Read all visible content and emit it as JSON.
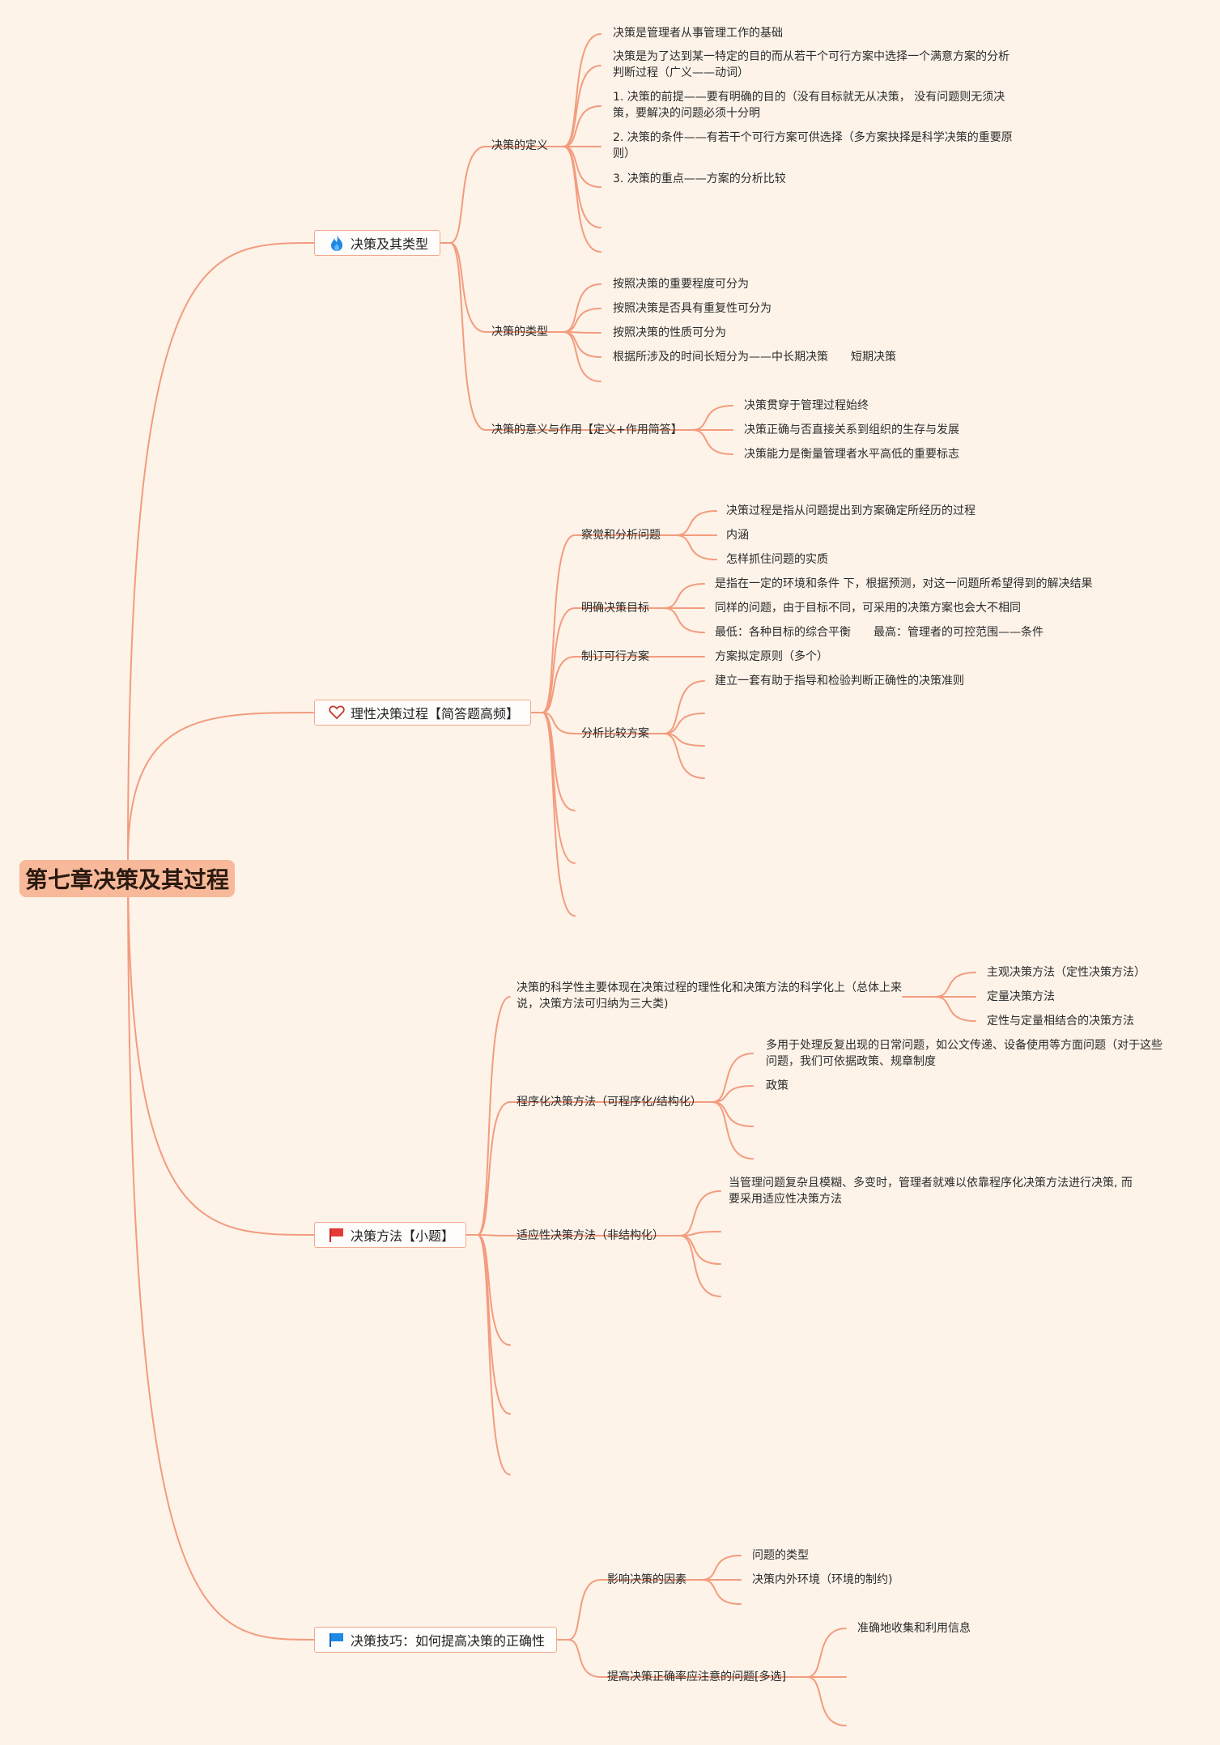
{
  "root": "第七章决策及其过程",
  "colors": {
    "background": "#fdf3e9",
    "root": "#f8b99a",
    "line": "#f39c7e",
    "border": "#f3a88a"
  },
  "branches": [
    {
      "icon": "flame-icon",
      "label": "决策及其类型",
      "children": [
        {
          "label": "决策的定义",
          "items": [
            "决策是管理者从事管理工作的基础",
            "决策是为了达到某一特定的目的而从若干个可行方案中选择一个满意方案的分析判断过程（广义——动词）",
            "1. 决策的前提——要有明确的目的（没有目标就无从决策， 没有问题则无须决策，要解决的问题必须十分明",
            "2. 决策的条件——有若干个可行方案可供选择（多方案抉择是科学决策的重要原则）",
            "3. 决策的重点——方案的分析比较"
          ]
        },
        {
          "label": "决策的类型",
          "items": [
            "按照决策的重要程度可分为",
            "按照决策是否具有重复性可分为",
            "按照决策的性质可分为",
            "根据所涉及的时间长短分为——中长期决策　　短期决策"
          ]
        },
        {
          "label": "决策的意义与作用【定义+作用简答】",
          "items": [
            "决策贯穿于管理过程始终",
            "决策正确与否直接关系到组织的生存与发展",
            "决策能力是衡量管理者水平高低的重要标志"
          ]
        }
      ]
    },
    {
      "icon": "heart-outline-icon",
      "label": "理性决策过程【简答题高频】",
      "children": [
        {
          "label": "察觉和分析问题",
          "items": [
            "决策过程是指从问题提出到方案确定所经历的过程",
            "内涵",
            "怎样抓住问题的实质"
          ]
        },
        {
          "label": "明确决策目标",
          "items": [
            "是指在一定的环境和条件 下，根据预测，对这一问题所希望得到的解决结果",
            "同样的问题，由于目标不同，可采用的决策方案也会大不相同",
            "最低：各种目标的综合平衡　　最高：管理者的可控范围——条件"
          ]
        },
        {
          "label": "制订可行方案",
          "items": [
            "方案拟定原则（多个）"
          ]
        },
        {
          "label": "分析比较方案",
          "items": [
            "建立一套有助于指导和检验判断正确性的决策准则"
          ]
        }
      ]
    },
    {
      "icon": "red-flag-icon",
      "label": "决策方法【小题】",
      "children": [
        {
          "label": "决策的科学性主要体现在决策过程的理性化和决策方法的科学化上（总体上来说，决策方法可归纳为三大类)",
          "items": [
            "主观决策方法（定性决策方法）",
            "定量决策方法",
            "定性与定量相结合的决策方法"
          ]
        },
        {
          "label": "程序化决策方法（可程序化/结构化）",
          "items": [
            "多用于处理反复出现的日常问题，如公文传递、设备使用等方面问题（对于这些问题，我们可依据政策、规章制度",
            "政策"
          ]
        },
        {
          "label": "适应性决策方法（非结构化）",
          "items": [
            "当管理问题复杂且模糊、多变时，管理者就难以依靠程序化决策方法进行决策, 而要采用适应性决策方法"
          ]
        }
      ]
    },
    {
      "icon": "blue-flag-icon",
      "label": "决策技巧：如何提高决策的正确性",
      "children": [
        {
          "label": "影响决策的因素",
          "items": [
            "问题的类型",
            "决策内外环境（环境的制约)"
          ]
        },
        {
          "label": "提高决策正确率应注意的问题[多选]",
          "items": [
            "准确地收集和利用信息"
          ]
        }
      ]
    }
  ]
}
